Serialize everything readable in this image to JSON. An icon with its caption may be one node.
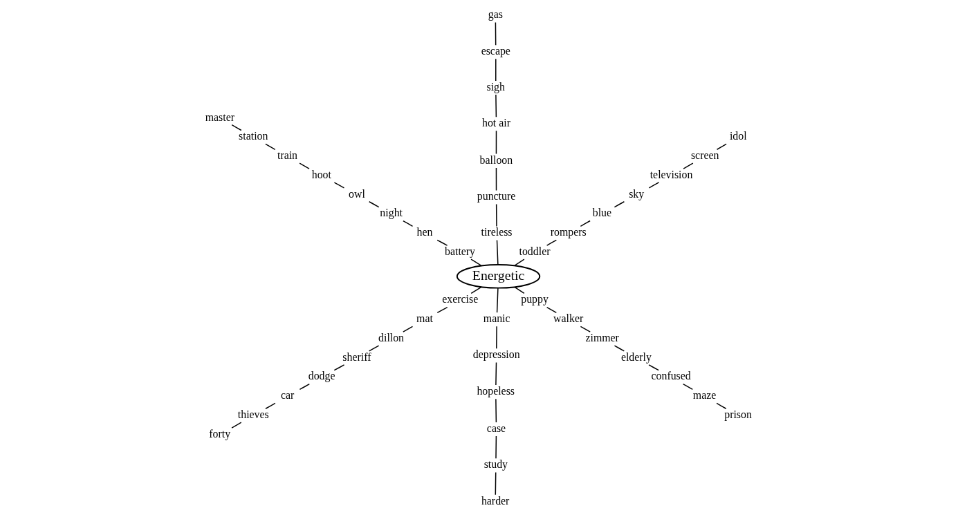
{
  "diagram": {
    "nodes": [
      {
        "text": [
          "Energetic"
        ]
      },
      {
        "text": [
          "toddler"
        ]
      },
      {
        "text": [
          "rompers"
        ]
      },
      {
        "text": [
          "blue"
        ]
      },
      {
        "text": [
          "sky"
        ]
      },
      {
        "text": [
          "television"
        ]
      },
      {
        "text": [
          "screen"
        ]
      },
      {
        "text": [
          "idol"
        ]
      },
      {
        "text": [
          "tireless"
        ]
      },
      {
        "text": [
          "puncture"
        ]
      },
      {
        "text": [
          "balloon"
        ]
      },
      {
        "text": [
          "hot air"
        ]
      },
      {
        "text": [
          "sigh"
        ]
      },
      {
        "text": [
          "escape"
        ]
      },
      {
        "text": [
          "gas"
        ]
      },
      {
        "text": [
          "battery"
        ]
      },
      {
        "text": [
          "hen"
        ]
      },
      {
        "text": [
          "night"
        ]
      },
      {
        "text": [
          "owl"
        ]
      },
      {
        "text": [
          "hoot"
        ]
      },
      {
        "text": [
          "train"
        ]
      },
      {
        "text": [
          "station"
        ]
      },
      {
        "text": [
          "master"
        ]
      },
      {
        "text": [
          "exercise"
        ]
      },
      {
        "text": [
          "mat"
        ]
      },
      {
        "text": [
          "dillon"
        ]
      },
      {
        "text": [
          "sheriff"
        ]
      },
      {
        "text": [
          "dodge"
        ]
      },
      {
        "text": [
          "car"
        ]
      },
      {
        "text": [
          "thieves"
        ]
      },
      {
        "text": [
          "forty"
        ]
      },
      {
        "text": [
          "manic"
        ]
      },
      {
        "text": [
          "depression"
        ]
      },
      {
        "text": [
          "hopeless"
        ]
      },
      {
        "text": [
          "case"
        ]
      },
      {
        "text": [
          "study"
        ]
      },
      {
        "text": [
          "harder"
        ]
      },
      {
        "text": [
          "puppy"
        ]
      },
      {
        "text": [
          "walker"
        ]
      },
      {
        "text": [
          "zimmer"
        ]
      },
      {
        "text": [
          "elderly"
        ]
      },
      {
        "text": [
          "confused"
        ]
      },
      {
        "text": [
          "maze"
        ]
      },
      {
        "text": [
          "prison"
        ]
      }
    ],
    "edges": [
      {
        "from": 0,
        "to": 1,
        "arrow": "none"
      },
      {
        "from": 1,
        "to": 2,
        "arrow": "none"
      },
      {
        "from": 2,
        "to": 3,
        "arrow": "none"
      },
      {
        "from": 3,
        "to": 4,
        "arrow": "none"
      },
      {
        "from": 4,
        "to": 5,
        "arrow": "none"
      },
      {
        "from": 5,
        "to": 6,
        "arrow": "none"
      },
      {
        "from": 6,
        "to": 7,
        "arrow": "none"
      },
      {
        "from": 0,
        "to": 8,
        "arrow": "none"
      },
      {
        "from": 8,
        "to": 9,
        "arrow": "none"
      },
      {
        "from": 9,
        "to": 10,
        "arrow": "none"
      },
      {
        "from": 10,
        "to": 11,
        "arrow": "none"
      },
      {
        "from": 11,
        "to": 12,
        "arrow": "none"
      },
      {
        "from": 12,
        "to": 13,
        "arrow": "none"
      },
      {
        "from": 13,
        "to": 14,
        "arrow": "none"
      },
      {
        "from": 0,
        "to": 15,
        "arrow": "none"
      },
      {
        "from": 15,
        "to": 16,
        "arrow": "none"
      },
      {
        "from": 16,
        "to": 17,
        "arrow": "none"
      },
      {
        "from": 17,
        "to": 18,
        "arrow": "none"
      },
      {
        "from": 18,
        "to": 19,
        "arrow": "none"
      },
      {
        "from": 19,
        "to": 20,
        "arrow": "none"
      },
      {
        "from": 20,
        "to": 21,
        "arrow": "none"
      },
      {
        "from": 21,
        "to": 22,
        "arrow": "none"
      },
      {
        "from": 0,
        "to": 23,
        "arrow": "none"
      },
      {
        "from": 23,
        "to": 24,
        "arrow": "none"
      },
      {
        "from": 24,
        "to": 25,
        "arrow": "none"
      },
      {
        "from": 25,
        "to": 26,
        "arrow": "none"
      },
      {
        "from": 26,
        "to": 27,
        "arrow": "none"
      },
      {
        "from": 27,
        "to": 28,
        "arrow": "none"
      },
      {
        "from": 28,
        "to": 29,
        "arrow": "none"
      },
      {
        "from": 29,
        "to": 30,
        "arrow": "none"
      },
      {
        "from": 0,
        "to": 31,
        "arrow": "none"
      },
      {
        "from": 31,
        "to": 32,
        "arrow": "none"
      },
      {
        "from": 32,
        "to": 33,
        "arrow": "none"
      },
      {
        "from": 33,
        "to": 34,
        "arrow": "none"
      },
      {
        "from": 34,
        "to": 35,
        "arrow": "none"
      },
      {
        "from": 35,
        "to": 36,
        "arrow": "none"
      },
      {
        "from": 0,
        "to": 37,
        "arrow": "none"
      },
      {
        "from": 37,
        "to": 38,
        "arrow": "none"
      },
      {
        "from": 38,
        "to": 39,
        "arrow": "none"
      },
      {
        "from": 39,
        "to": 40,
        "arrow": "none"
      },
      {
        "from": 40,
        "to": 41,
        "arrow": "none"
      },
      {
        "from": 41,
        "to": 42,
        "arrow": "none"
      },
      {
        "from": 42,
        "to": 43,
        "arrow": "none"
      }
    ]
  }
}
